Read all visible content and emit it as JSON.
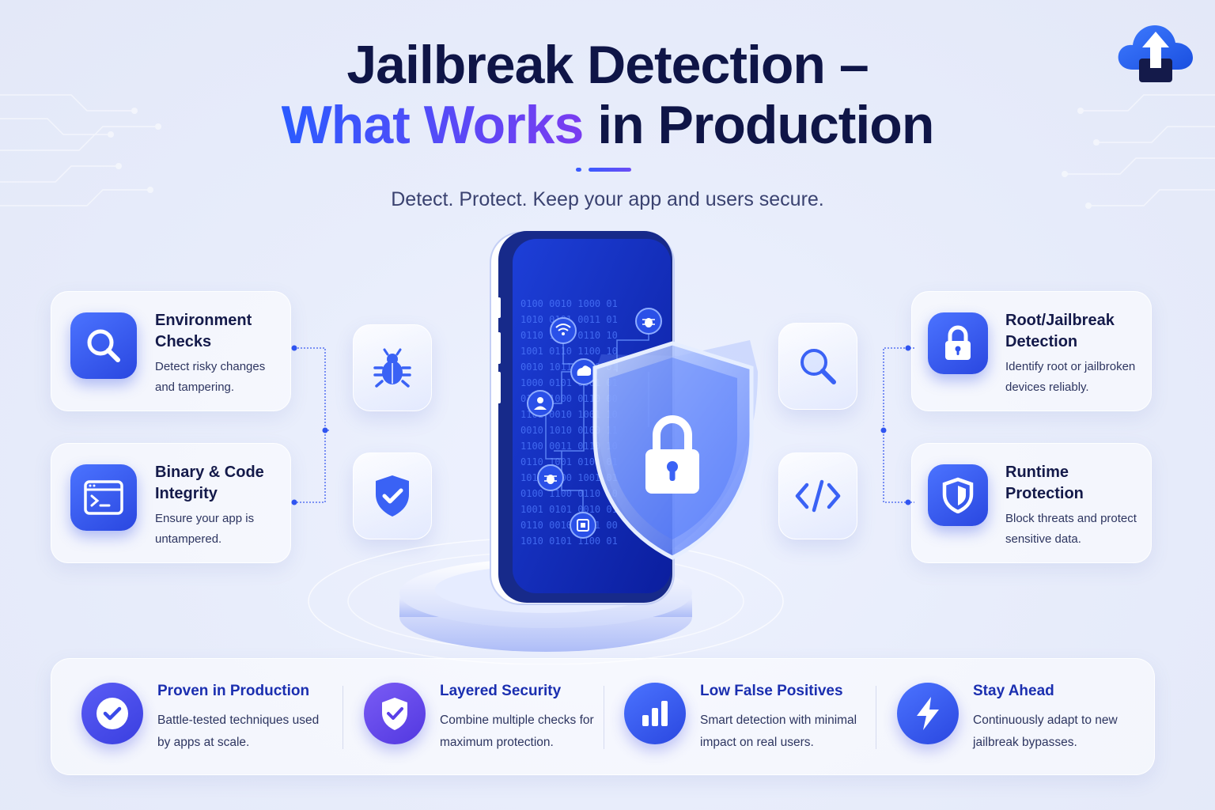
{
  "title": {
    "line1": "Jailbreak Detection –",
    "line2_highlight": "What Works",
    "line2_rest": " in Production"
  },
  "subtitle": "Detect. Protect. Keep your app and users secure.",
  "logo": {
    "icon": "cloud-upload-icon"
  },
  "left_cards": [
    {
      "title": "Environment Checks",
      "desc": "Detect risky changes and tampering.",
      "icon": "search-icon"
    },
    {
      "title": "Binary & Code Integrity",
      "desc": "Ensure your app is untampered.",
      "icon": "terminal-icon"
    }
  ],
  "right_cards": [
    {
      "title": "Root/Jailbreak Detection",
      "desc": "Identify root or jailbroken devices reliably.",
      "icon": "lock-icon"
    },
    {
      "title": "Runtime Protection",
      "desc": "Block threats and protect sensitive data.",
      "icon": "shield-icon"
    }
  ],
  "floating_tiles": [
    "bug-icon",
    "shield-check-icon",
    "search-icon",
    "code-icon"
  ],
  "phone": {
    "screen_icons": [
      "wifi-icon",
      "bug-icon",
      "cloud-icon",
      "user-icon",
      "bug-icon",
      "chip-icon"
    ],
    "overlay": "shield-lock-icon"
  },
  "features": [
    {
      "title": "Proven in Production",
      "desc": "Battle-tested techniques used by apps at scale.",
      "icon": "check-circle-icon"
    },
    {
      "title": "Layered Security",
      "desc": "Combine multiple checks for maximum protection.",
      "icon": "shield-check-icon"
    },
    {
      "title": "Low False Positives",
      "desc": "Smart detection with minimal impact on real users.",
      "icon": "bar-chart-icon"
    },
    {
      "title": "Stay Ahead",
      "desc": "Continuously adapt to new jailbreak bypasses.",
      "icon": "lightning-icon"
    }
  ],
  "colors": {
    "primary": "#2f54f0",
    "dark_text": "#0f1547",
    "gradient_start": "#2b5bff",
    "gradient_end": "#7a3cf0"
  }
}
